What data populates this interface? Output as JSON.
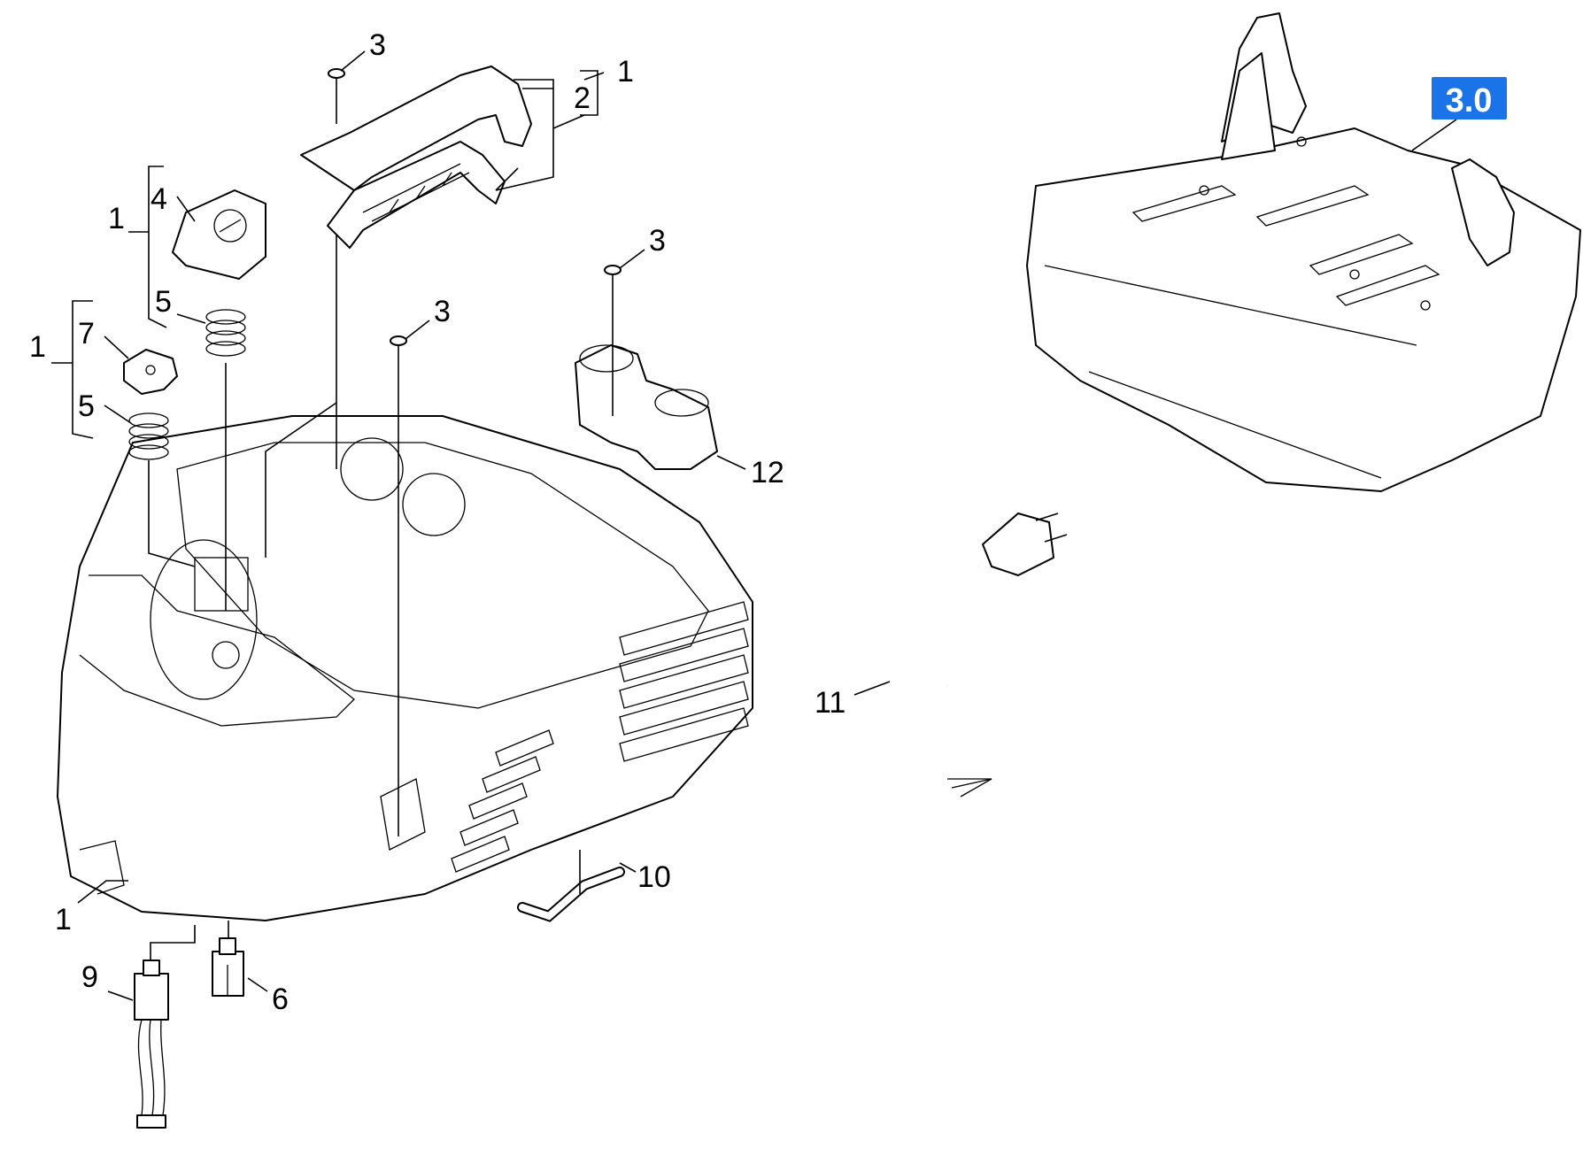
{
  "badge": {
    "label": "3.0",
    "color": "#1a73e8"
  },
  "callouts": {
    "c1_top": "1",
    "c2_top": "2",
    "c3_handle": "3",
    "c1_cap": "1",
    "c4": "4",
    "c5_upper": "5",
    "c1_valve": "1",
    "c7": "7",
    "c5_lower": "5",
    "c3_mid": "3",
    "c3_holder": "3",
    "c12": "12",
    "c11": "11",
    "c10": "10",
    "c1_bottom": "1",
    "c9": "9",
    "c6": "6"
  }
}
